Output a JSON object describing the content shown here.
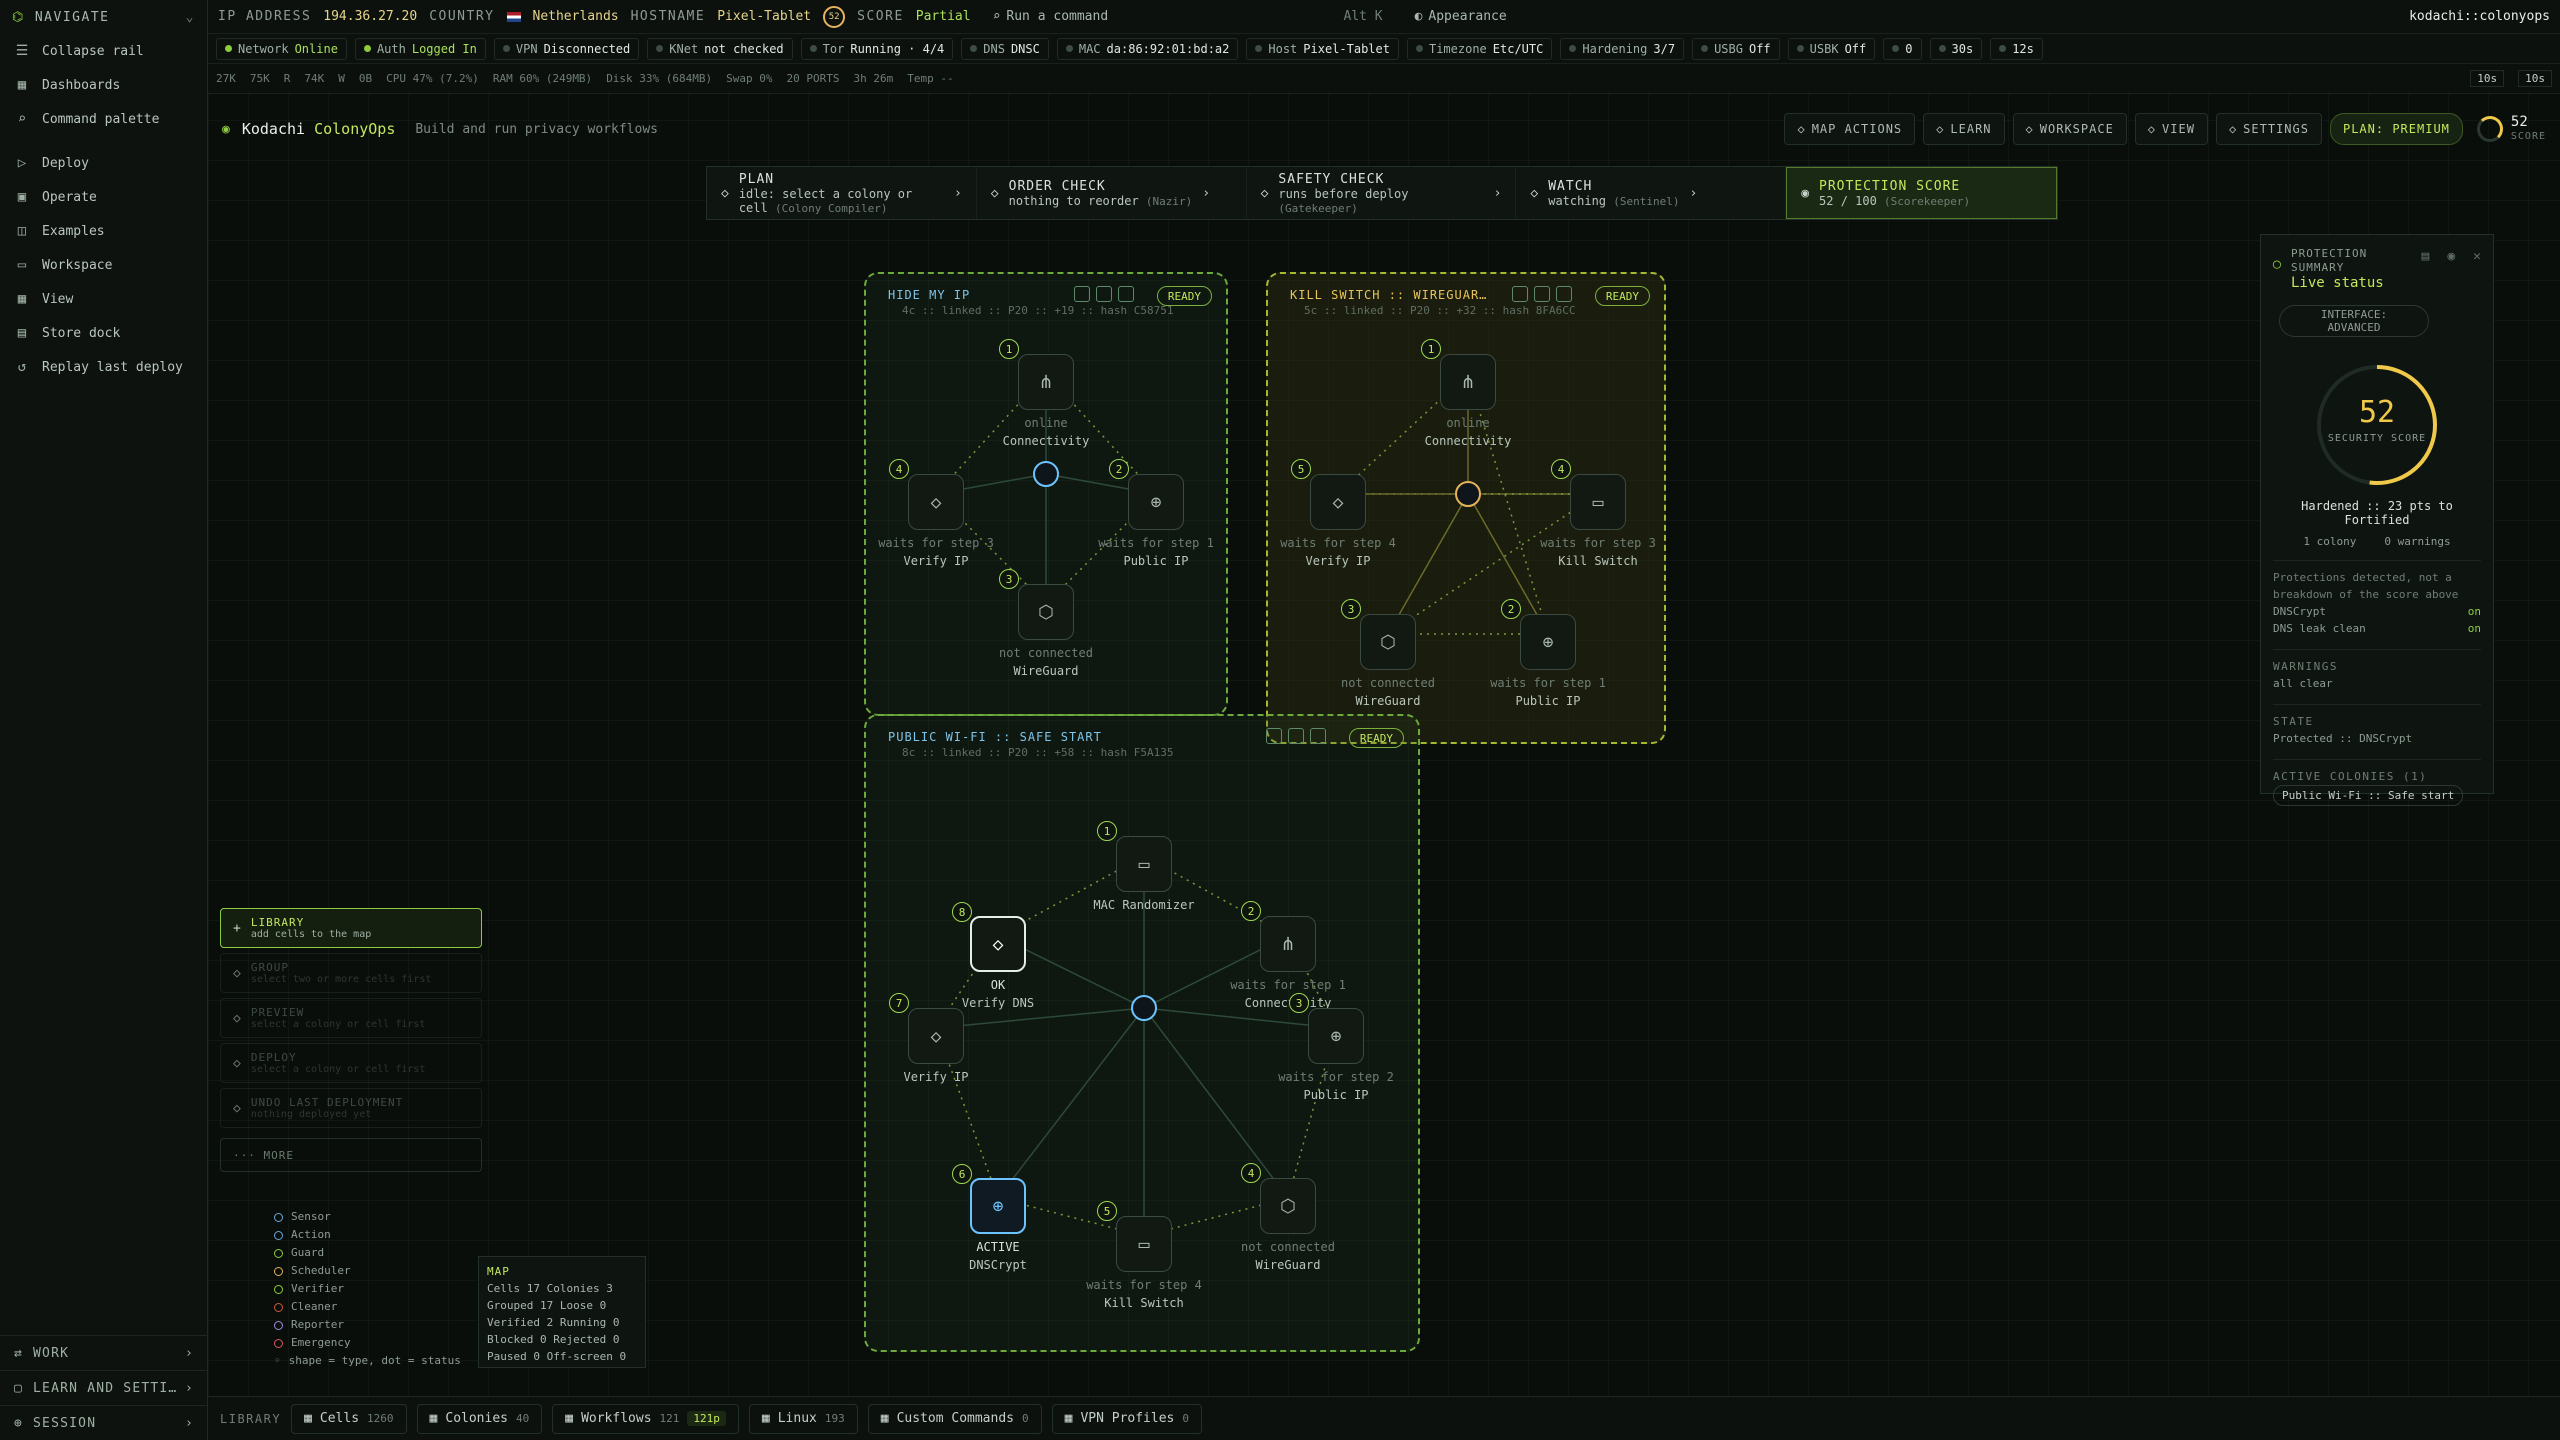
{
  "rail": {
    "title": "NAVIGATE",
    "items": [
      {
        "icon": "☰",
        "label": "Collapse rail"
      },
      {
        "icon": "▦",
        "label": "Dashboards"
      },
      {
        "icon": "⌕",
        "label": "Command palette"
      },
      {
        "icon": "▷",
        "label": "Deploy"
      },
      {
        "icon": "▣",
        "label": "Operate"
      },
      {
        "icon": "◫",
        "label": "Examples"
      },
      {
        "icon": "▭",
        "label": "Workspace"
      },
      {
        "icon": "▦",
        "label": "View"
      },
      {
        "icon": "▤",
        "label": "Store dock"
      },
      {
        "icon": "↺",
        "label": "Replay last deploy"
      }
    ],
    "sections": [
      {
        "icon": "⇄",
        "label": "WORK"
      },
      {
        "icon": "▢",
        "label": "LEARN AND SETTI…"
      },
      {
        "icon": "⊕",
        "label": "SESSION"
      }
    ]
  },
  "topbar": {
    "ip_label": "IP ADDRESS",
    "ip": "194.36.27.20",
    "country_label": "COUNTRY",
    "country": "Netherlands",
    "host_label": "HOSTNAME",
    "host": "Pixel-Tablet",
    "score_badge": "52",
    "score_label": "SCORE",
    "score": "Partial",
    "command": "Run a command",
    "shortcut": "Alt K",
    "appearance": "Appearance",
    "user": "kodachi::colonyops"
  },
  "status": [
    {
      "k": "Network",
      "v": "Online"
    },
    {
      "k": "Auth",
      "v": "Logged In"
    },
    {
      "k": "VPN",
      "v": "Disconnected"
    },
    {
      "k": "KNet",
      "v": "not checked"
    },
    {
      "k": "Tor",
      "v": "Running · 4/4"
    },
    {
      "k": "DNS",
      "v": "DNSC"
    },
    {
      "k": "MAC",
      "v": "da:86:92:01:bd:a2"
    },
    {
      "k": "Host",
      "v": "Pixel-Tablet"
    },
    {
      "k": "Timezone",
      "v": "Etc/UTC"
    },
    {
      "k": "Hardening",
      "v": "3/7"
    },
    {
      "k": "USBG",
      "v": "Off"
    },
    {
      "k": "USBK",
      "v": "Off"
    },
    {
      "k": "",
      "v": "0"
    },
    {
      "k": "",
      "v": "30s"
    },
    {
      "k": "",
      "v": "12s"
    }
  ],
  "metrics": [
    "27K",
    "75K",
    "R",
    "74K",
    "W",
    "0B",
    "CPU 47% (7.2%)",
    "RAM 60% (249MB)",
    "Disk 33% (684MB)",
    "Swap 0%",
    "20 PORTS",
    "3h 26m",
    "Temp --",
    "10s",
    "10s"
  ],
  "header": {
    "app": "Kodachi",
    "product": "ColonyOps",
    "tagline": "Build and run privacy workflows",
    "buttons": [
      "MAP ACTIONS",
      "LEARN",
      "WORKSPACE",
      "VIEW",
      "SETTINGS"
    ],
    "plan": "PLAN: PREMIUM",
    "score": "52",
    "score_label": "SCORE"
  },
  "pipeline": [
    {
      "t": "PLAN",
      "s": "idle: select a colony or cell",
      "m": "(Colony Compiler)"
    },
    {
      "t": "ORDER CHECK",
      "s": "nothing to reorder",
      "m": "(Nazir)"
    },
    {
      "t": "SAFETY CHECK",
      "s": "runs before deploy",
      "m": "(Gatekeeper)"
    },
    {
      "t": "WATCH",
      "s": "watching",
      "m": "(Sentinel)"
    },
    {
      "t": "PROTECTION SCORE",
      "s": "52 / 100",
      "m": "(Scorekeeper)"
    }
  ],
  "colonies": [
    {
      "title": "HIDE MY IP",
      "sub": "4c :: linked :: P20 :: +19 :: hash C58751",
      "ready": "READY",
      "nodes": [
        {
          "n": "1",
          "st": "online",
          "nm": "Connectivity"
        },
        {
          "n": "2",
          "st": "waits for step 1",
          "nm": "Public IP"
        },
        {
          "n": "3",
          "st": "not connected",
          "nm": "WireGuard"
        },
        {
          "n": "4",
          "st": "waits for step 3",
          "nm": "Verify IP"
        }
      ]
    },
    {
      "title": "KILL SWITCH :: WIREGUAR…",
      "sub": "5c :: linked :: P20 :: +32 :: hash 8FA6CC",
      "ready": "READY",
      "nodes": [
        {
          "n": "1",
          "st": "online",
          "nm": "Connectivity"
        },
        {
          "n": "2",
          "st": "waits for step 1",
          "nm": "Public IP"
        },
        {
          "n": "3",
          "st": "not connected",
          "nm": "WireGuard"
        },
        {
          "n": "4",
          "st": "waits for step 3",
          "nm": "Kill Switch"
        },
        {
          "n": "5",
          "st": "waits for step 4",
          "nm": "Verify IP"
        }
      ]
    },
    {
      "title": "PUBLIC WI-FI :: SAFE START",
      "sub": "8c :: linked :: P20 :: +58 :: hash F5A135",
      "ready": "READY",
      "nodes": [
        {
          "n": "1",
          "st": "",
          "nm": "MAC Randomizer"
        },
        {
          "n": "2",
          "st": "waits for step 1",
          "nm": "Connectivity"
        },
        {
          "n": "3",
          "st": "waits for step 2",
          "nm": "Public IP"
        },
        {
          "n": "4",
          "st": "not connected",
          "nm": "WireGuard"
        },
        {
          "n": "5",
          "st": "waits for step 4",
          "nm": "Kill Switch"
        },
        {
          "n": "6",
          "st": "ACTIVE",
          "nm": "DNSCrypt"
        },
        {
          "n": "7",
          "st": "",
          "nm": "Verify IP"
        },
        {
          "n": "8",
          "st": "OK",
          "nm": "Verify DNS"
        }
      ]
    }
  ],
  "side": [
    {
      "a": "LIBRARY",
      "b": "add cells to the map"
    },
    {
      "a": "GROUP",
      "b": "select two or more cells first"
    },
    {
      "a": "PREVIEW",
      "b": "select a colony or cell first"
    },
    {
      "a": "DEPLOY",
      "b": "select a colony or cell first"
    },
    {
      "a": "UNDO LAST DEPLOYMENT",
      "b": "nothing deployed yet"
    },
    {
      "a": "··· MORE",
      "b": ""
    }
  ],
  "legend": [
    "Sensor",
    "Action",
    "Guard",
    "Scheduler",
    "Verifier",
    "Cleaner",
    "Reporter",
    "Emergency",
    "shape = type, dot = status"
  ],
  "map": {
    "title": "MAP",
    "lines": [
      "Cells 17 Colonies 3",
      "Grouped 17 Loose 0",
      "Verified 2 Running 0",
      "Blocked 0 Rejected 0",
      "Paused 0 Off-screen 0"
    ]
  },
  "bottom": {
    "label": "LIBRARY",
    "tabs": [
      {
        "t": "Cells",
        "n": "1260"
      },
      {
        "t": "Colonies",
        "n": "40"
      },
      {
        "t": "Workflows",
        "n": "121",
        "p": "121p"
      },
      {
        "t": "Linux",
        "n": "193"
      },
      {
        "t": "Custom Commands",
        "n": "0"
      },
      {
        "t": "VPN Profiles",
        "n": "0"
      }
    ]
  },
  "panel": {
    "h1": "PROTECTION",
    "h2": "SUMMARY",
    "live": "Live status",
    "iface1": "INTERFACE:",
    "iface2": "ADVANCED",
    "score": "52",
    "score_label": "SECURITY SCORE",
    "score_fraction": 0.52,
    "hardened": "Hardened :: 23 pts to Fortified",
    "colony": "1 colony",
    "warnings": "0 warnings",
    "note": "Protections detected, not a breakdown of the score above",
    "detect": [
      {
        "k": "DNSCrypt",
        "v": "on"
      },
      {
        "k": "DNS leak clean",
        "v": "on"
      }
    ],
    "w_h": "WARNINGS",
    "w_v": "all clear",
    "s_h": "STATE",
    "s_v": "Protected :: DNSCrypt",
    "a_h": "ACTIVE COLONIES (1)",
    "a_v": "Public Wi-Fi :: Safe start"
  },
  "colors": {
    "accent": "#c3e85c",
    "blue": "#6cc3ff",
    "amber": "#f0c94a"
  }
}
